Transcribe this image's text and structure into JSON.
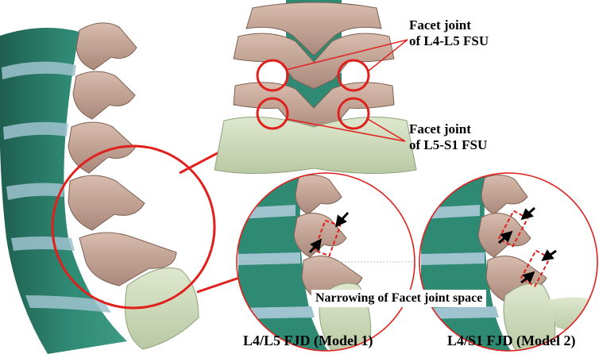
{
  "labels": {
    "facet_l4l5_line1": "Facet joint",
    "facet_l4l5_line2": "of L4-L5 FSU",
    "facet_l5s1_line1": "Facet joint",
    "facet_l5s1_line2": "of L5-S1 FSU",
    "narrowing": "Narrowing of Facet joint space",
    "model1_caption": "L4/L5 FJD (Model 1)",
    "model2_caption": "L4/S1 FJD (Model 2)"
  },
  "colors": {
    "bone": "#c4a594",
    "bone_dark": "#8f7264",
    "disc_green": "#2f8a74",
    "disc_light": "#9fc3cf",
    "sacrum": "#cfdcbc",
    "highlight_red": "#e0201d",
    "arrow_black": "#000000"
  }
}
